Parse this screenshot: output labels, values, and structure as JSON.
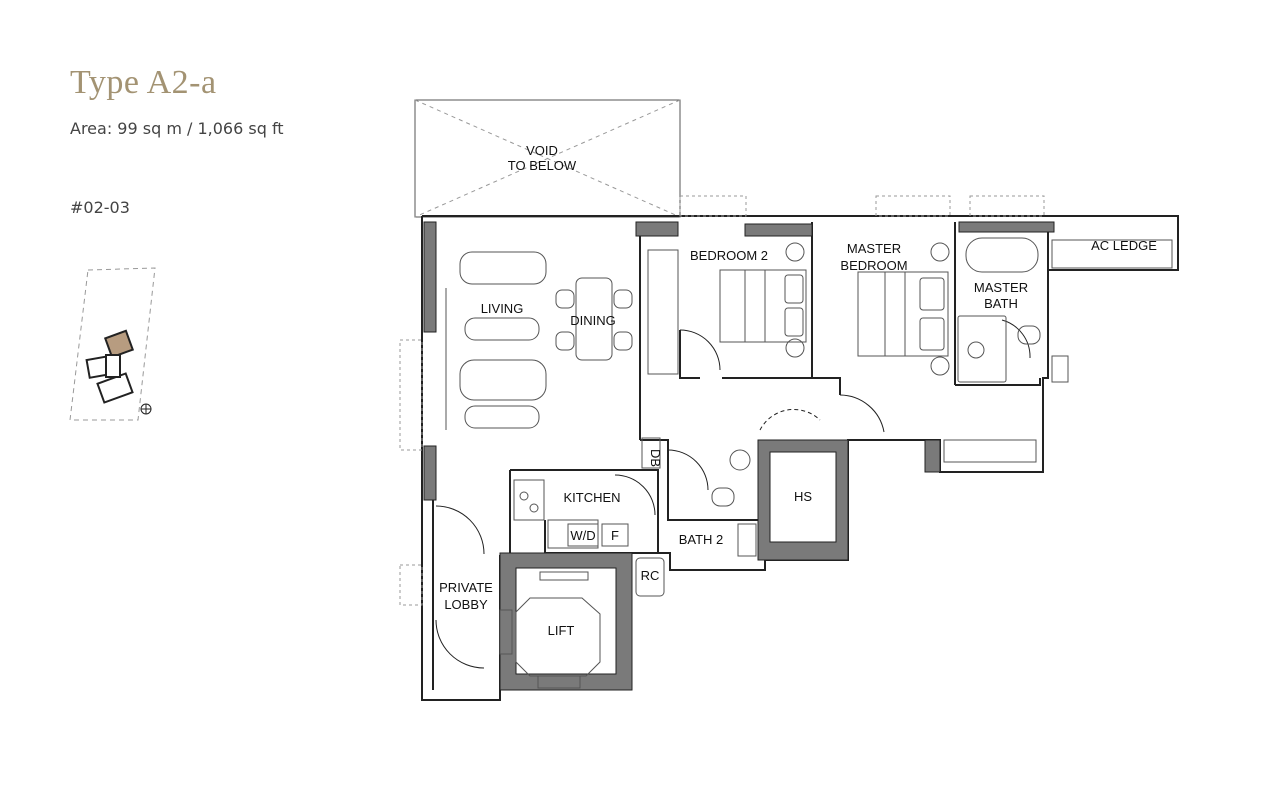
{
  "header": {
    "title": "Type A2-a",
    "area": "Area: 99 sq m / 1,066 sq ft",
    "unit_number": "#02-03"
  },
  "rooms": {
    "void_line1": "VOID",
    "void_line2": "TO BELOW",
    "bedroom2": "BEDROOM 2",
    "master_line1": "MASTER",
    "master_line2": "BEDROOM",
    "ac_ledge": "AC LEDGE",
    "master_bath_line1": "MASTER",
    "master_bath_line2": "BATH",
    "living": "LIVING",
    "dining": "DINING",
    "kitchen": "KITCHEN",
    "wd": "W/D",
    "fridge": "F",
    "db": "DB",
    "hs": "HS",
    "bath2": "BATH 2",
    "rc": "RC",
    "private_line1": "PRIVATE",
    "private_line2": "LOBBY",
    "lift": "LIFT"
  },
  "colors": {
    "title": "#a39373",
    "wall_fill": "#7a7a7a",
    "key_highlight": "#b79c80"
  }
}
